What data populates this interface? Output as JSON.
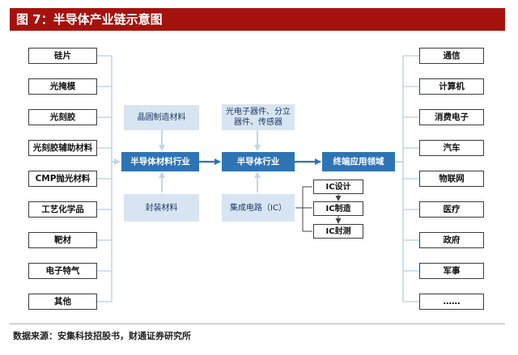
{
  "figure_title": "图 7：半导体产业链示意图",
  "left_materials": [
    "硅片",
    "光掩模",
    "光刻胶",
    "光刻胶辅助材料",
    "CMP抛光材料",
    "工艺化学品",
    "靶材",
    "电子特气",
    "其他"
  ],
  "center": {
    "wafer_materials": "晶圆制造材料",
    "semiconductor_materials": "半导体材料行业",
    "packaging_materials": "封装材料",
    "components": "光电子器件、分立器件、传感器",
    "semiconductor_industry": "半导体行业",
    "ic": "集成电路（IC）",
    "end_applications": "终端应用领域"
  },
  "ic_chain": [
    "IC设计",
    "IC制造",
    "IC封测"
  ],
  "right_applications": [
    "通信",
    "计算机",
    "消费电子",
    "汽车",
    "物联网",
    "医疗",
    "政府",
    "军事",
    "……"
  ],
  "source": "数据来源：安集科技招股书，财通证券研究所",
  "colors": {
    "header": "#a5120d",
    "dark_box": "#2e74b5",
    "light_box": "#d7e4f2",
    "arrow_light": "#c2d6ea",
    "arrow_dark": "#2e74b5"
  }
}
